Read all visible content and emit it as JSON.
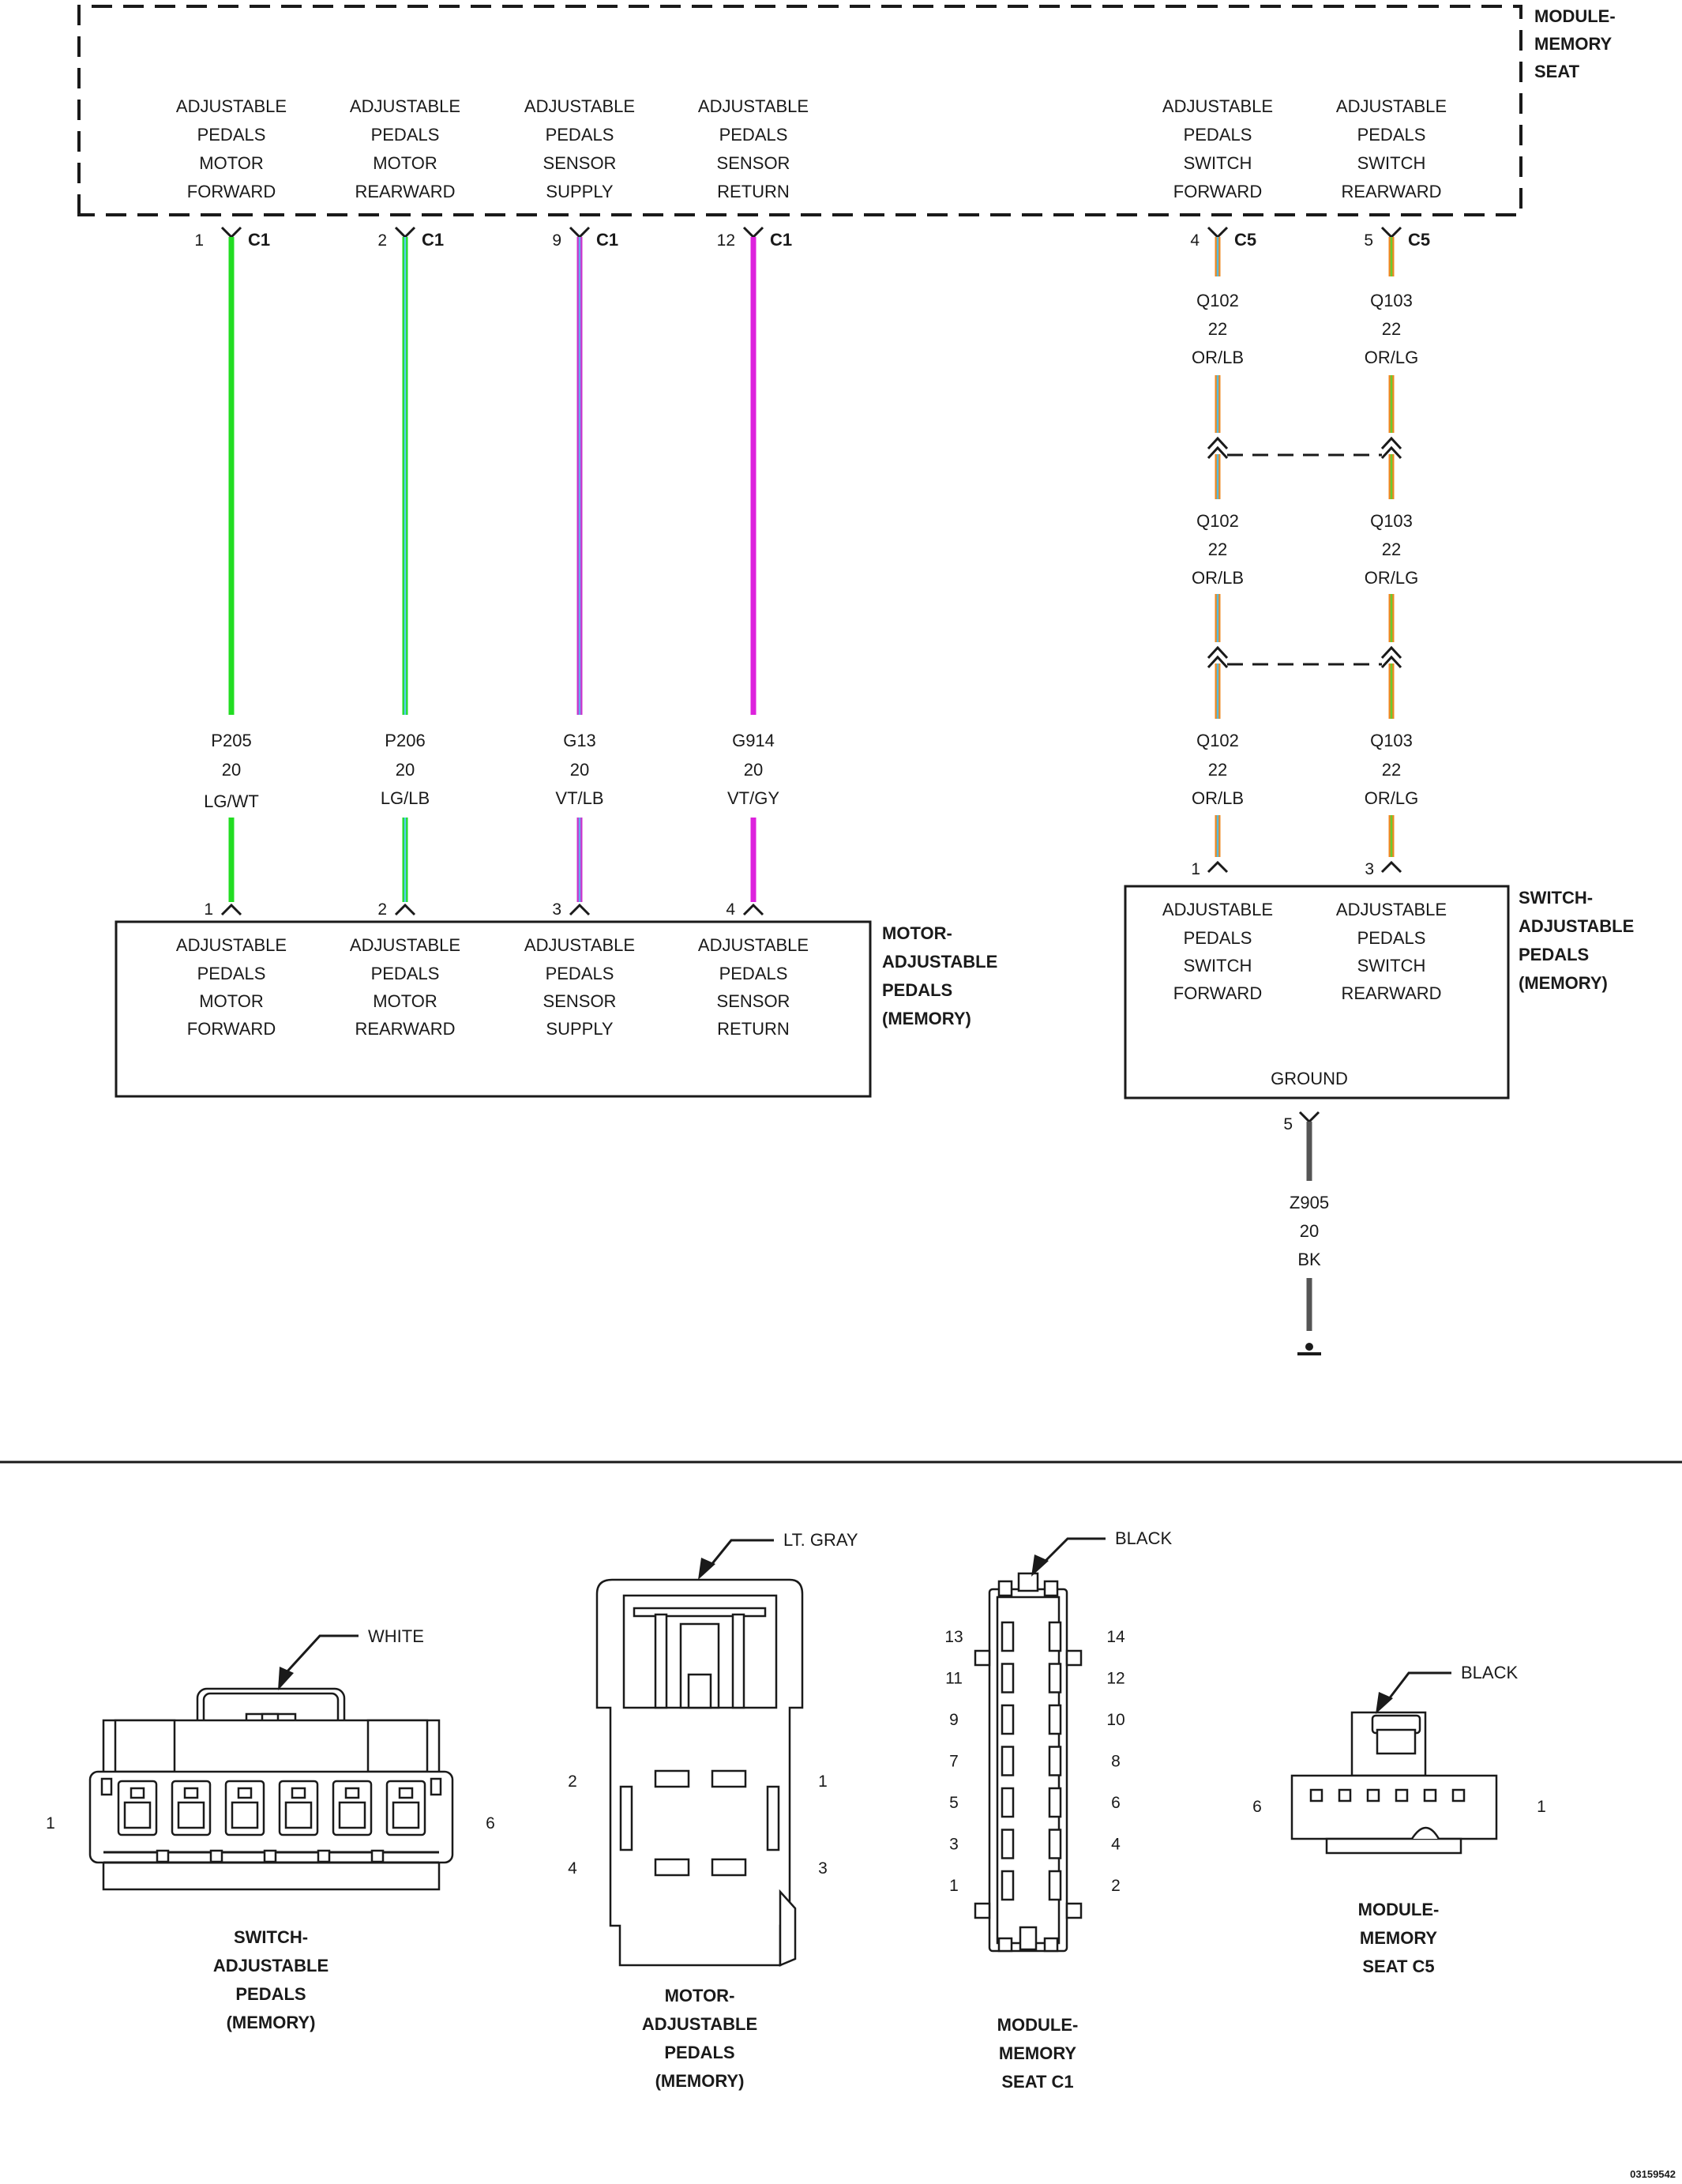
{
  "module": {
    "label": [
      "MODULE-",
      "MEMORY",
      "SEAT"
    ],
    "pins": [
      {
        "lines": [
          "ADJUSTABLE",
          "PEDALS",
          "MOTOR",
          "FORWARD"
        ],
        "pin": "1",
        "conn": "C1"
      },
      {
        "lines": [
          "ADJUSTABLE",
          "PEDALS",
          "MOTOR",
          "REARWARD"
        ],
        "pin": "2",
        "conn": "C1"
      },
      {
        "lines": [
          "ADJUSTABLE",
          "PEDALS",
          "SENSOR",
          "SUPPLY"
        ],
        "pin": "9",
        "conn": "C1"
      },
      {
        "lines": [
          "ADJUSTABLE",
          "PEDALS",
          "SENSOR",
          "RETURN"
        ],
        "pin": "12",
        "conn": "C1"
      },
      {
        "lines": [
          "ADJUSTABLE",
          "PEDALS",
          "SWITCH",
          "FORWARD"
        ],
        "pin": "4",
        "conn": "C5"
      },
      {
        "lines": [
          "ADJUSTABLE",
          "PEDALS",
          "SWITCH",
          "REARWARD"
        ],
        "pin": "5",
        "conn": "C5"
      }
    ]
  },
  "wires": [
    {
      "circuit": "P205",
      "gauge": "20",
      "color": "LG/WT",
      "colors": [
        "#22dd22",
        "#22dd22"
      ]
    },
    {
      "circuit": "P206",
      "gauge": "20",
      "color": "LG/LB",
      "colors": [
        "#22dd22",
        "#55ccee"
      ]
    },
    {
      "circuit": "G13",
      "gauge": "20",
      "color": "VT/LB",
      "colors": [
        "#cc33cc",
        "#66aaee"
      ]
    },
    {
      "circuit": "G914",
      "gauge": "20",
      "color": "VT/GY",
      "colors": [
        "#dd22dd",
        "#dd22dd"
      ]
    },
    {
      "circuit": "Q102",
      "gauge": "22",
      "color": "OR/LB",
      "colors": [
        "#ee8822",
        "#55bbdd"
      ]
    },
    {
      "circuit": "Q103",
      "gauge": "22",
      "color": "OR/LG",
      "colors": [
        "#ee8822",
        "#66cc33"
      ]
    }
  ],
  "motor": {
    "label": [
      "MOTOR-",
      "ADJUSTABLE",
      "PEDALS",
      "(MEMORY)"
    ],
    "pins": [
      {
        "pin": "1",
        "lines": [
          "ADJUSTABLE",
          "PEDALS",
          "MOTOR",
          "FORWARD"
        ]
      },
      {
        "pin": "2",
        "lines": [
          "ADJUSTABLE",
          "PEDALS",
          "MOTOR",
          "REARWARD"
        ]
      },
      {
        "pin": "3",
        "lines": [
          "ADJUSTABLE",
          "PEDALS",
          "SENSOR",
          "SUPPLY"
        ]
      },
      {
        "pin": "4",
        "lines": [
          "ADJUSTABLE",
          "PEDALS",
          "SENSOR",
          "RETURN"
        ]
      }
    ]
  },
  "switch": {
    "label": [
      "SWITCH-",
      "ADJUSTABLE",
      "PEDALS",
      "(MEMORY)"
    ],
    "pins": [
      {
        "pin": "1",
        "lines": [
          "ADJUSTABLE",
          "PEDALS",
          "SWITCH",
          "FORWARD"
        ]
      },
      {
        "pin": "3",
        "lines": [
          "ADJUSTABLE",
          "PEDALS",
          "SWITCH",
          "REARWARD"
        ]
      }
    ],
    "ground_label": "GROUND",
    "ground_pin": "5"
  },
  "ground_wire": {
    "circuit": "Z905",
    "gauge": "20",
    "color": "BK"
  },
  "connectors": {
    "switch": {
      "color": "WHITE",
      "left_pin": "1",
      "right_pin": "6",
      "caption": [
        "SWITCH-",
        "ADJUSTABLE",
        "PEDALS",
        "(MEMORY)"
      ]
    },
    "motor": {
      "color": "LT. GRAY",
      "pins": [
        "2",
        "1",
        "4",
        "3"
      ],
      "caption": [
        "MOTOR-",
        "ADJUSTABLE",
        "PEDALS",
        "(MEMORY)"
      ]
    },
    "c1": {
      "color": "BLACK",
      "left_pins": [
        "13",
        "11",
        "9",
        "7",
        "5",
        "3",
        "1"
      ],
      "right_pins": [
        "14",
        "12",
        "10",
        "8",
        "6",
        "4",
        "2"
      ],
      "caption": [
        "MODULE-",
        "MEMORY",
        "SEAT C1"
      ]
    },
    "c5": {
      "color": "BLACK",
      "left_pin": "6",
      "right_pin": "1",
      "caption": [
        "MODULE-",
        "MEMORY",
        "SEAT C5"
      ]
    }
  },
  "figure_id": "03159542"
}
